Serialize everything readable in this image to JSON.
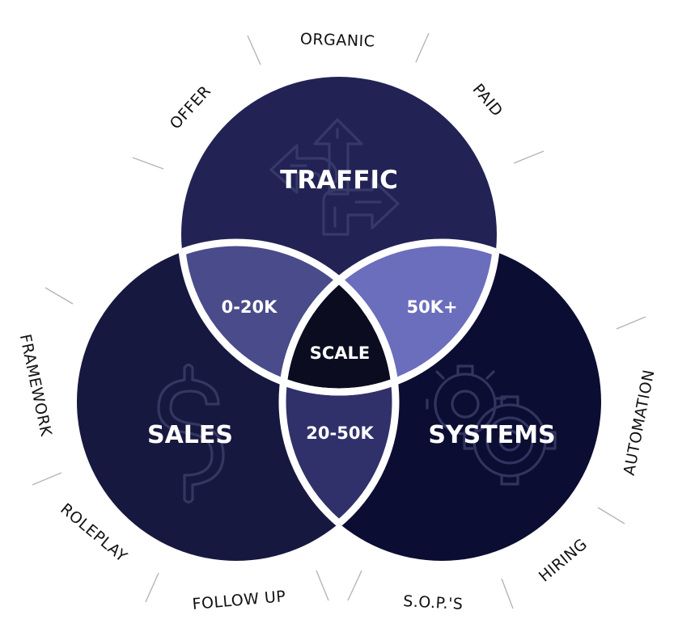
{
  "colors": {
    "traffic": "#222354",
    "sales": "#17183f",
    "systems": "#0c0d32",
    "zero_to_20k": "#4a4b8a",
    "fifty_k_plus": "#6b6dbd",
    "twenty_to_50k": "#30316b",
    "scale": "#0b0c20",
    "stroke": "#ffffff"
  },
  "circles": {
    "traffic": {
      "label": "TRAFFIC",
      "icon": "road-arrows-icon"
    },
    "sales": {
      "label": "SALES",
      "icon": "dollar-icon"
    },
    "systems": {
      "label": "SYSTEMS",
      "icon": "gears-icon"
    }
  },
  "intersections": {
    "traffic_sales": "0-20K",
    "traffic_systems": "50K+",
    "sales_systems": "20-50K",
    "center": "SCALE"
  },
  "outer_labels": {
    "traffic": [
      "OFFER",
      "ORGANIC",
      "PAID"
    ],
    "sales": [
      "FRAMEWORK",
      "ROLEPLAY",
      "FOLLOW UP"
    ],
    "systems": [
      "S.O.P.'S",
      "HIRING",
      "AUTOMATION"
    ]
  }
}
